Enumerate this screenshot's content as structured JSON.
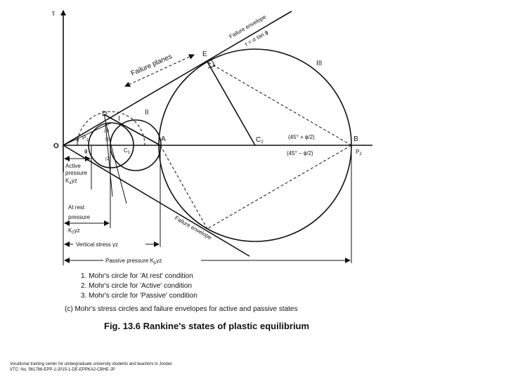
{
  "labels": {
    "tau": "τ",
    "origin": "O",
    "point_A": "A",
    "point_B": "B",
    "point_C1": "C",
    "point_C1_sub": "1",
    "point_C2": "C",
    "point_C2_sub": "2",
    "point_D": "D",
    "point_E": "E",
    "point_P1": "P",
    "point_P1_sub": "1",
    "point_P2": "P",
    "point_P2_sub": "2",
    "phi_upper": "ϕ",
    "phi_lower": "ϕ",
    "circle_I": "I",
    "circle_II": "II",
    "circle_III": "III",
    "marker_1": "(1)",
    "marker_2": "(2)",
    "marker_3": "(3)"
  },
  "annotations": {
    "failure_envelope_top": "Failure envelope",
    "envelope_equation": "τ = σ tan ϕ",
    "failure_planes": "Failure planes",
    "failure_envelope_bottom": "Failure envelope",
    "angle_upper": "(45° + ϕ/2)",
    "angle_lower": "(45° − ϕ/2)"
  },
  "dimensions": {
    "active_line1": "Active",
    "active_line2": "pressure",
    "active_line3": "K",
    "active_line3_sub": "a",
    "active_line3_tail": "γz",
    "at_rest_line1": "At rest",
    "at_rest_line2": "pressure",
    "at_rest_line3": "K",
    "at_rest_line3_sub": "0",
    "at_rest_line3_tail": "γz",
    "vertical_stress": "Vertical stress γz",
    "passive_pressure": "Passive pressure K",
    "passive_pressure_sub": "p",
    "passive_pressure_tail": "γz"
  },
  "legend": {
    "item1": "1. Mohr's circle for 'At rest' condition",
    "item2": "2. Mohr's circle for 'Active' condition",
    "item3": "3. Mohr's circle for 'Passive' condition"
  },
  "caption": {
    "subtitle": "(c) Mohr's stress circles and failure envelopes for active and passive states",
    "figure": "Fig. 13.6 Rankine's states of plastic equilibrium"
  },
  "footer": {
    "line1": "Vocational training center for undergraduate university students and teachers in Jordan",
    "line2": "VTC: No. 561788-EPP-1-2015-1-DE-EPPKA2-CBHE-JP"
  }
}
